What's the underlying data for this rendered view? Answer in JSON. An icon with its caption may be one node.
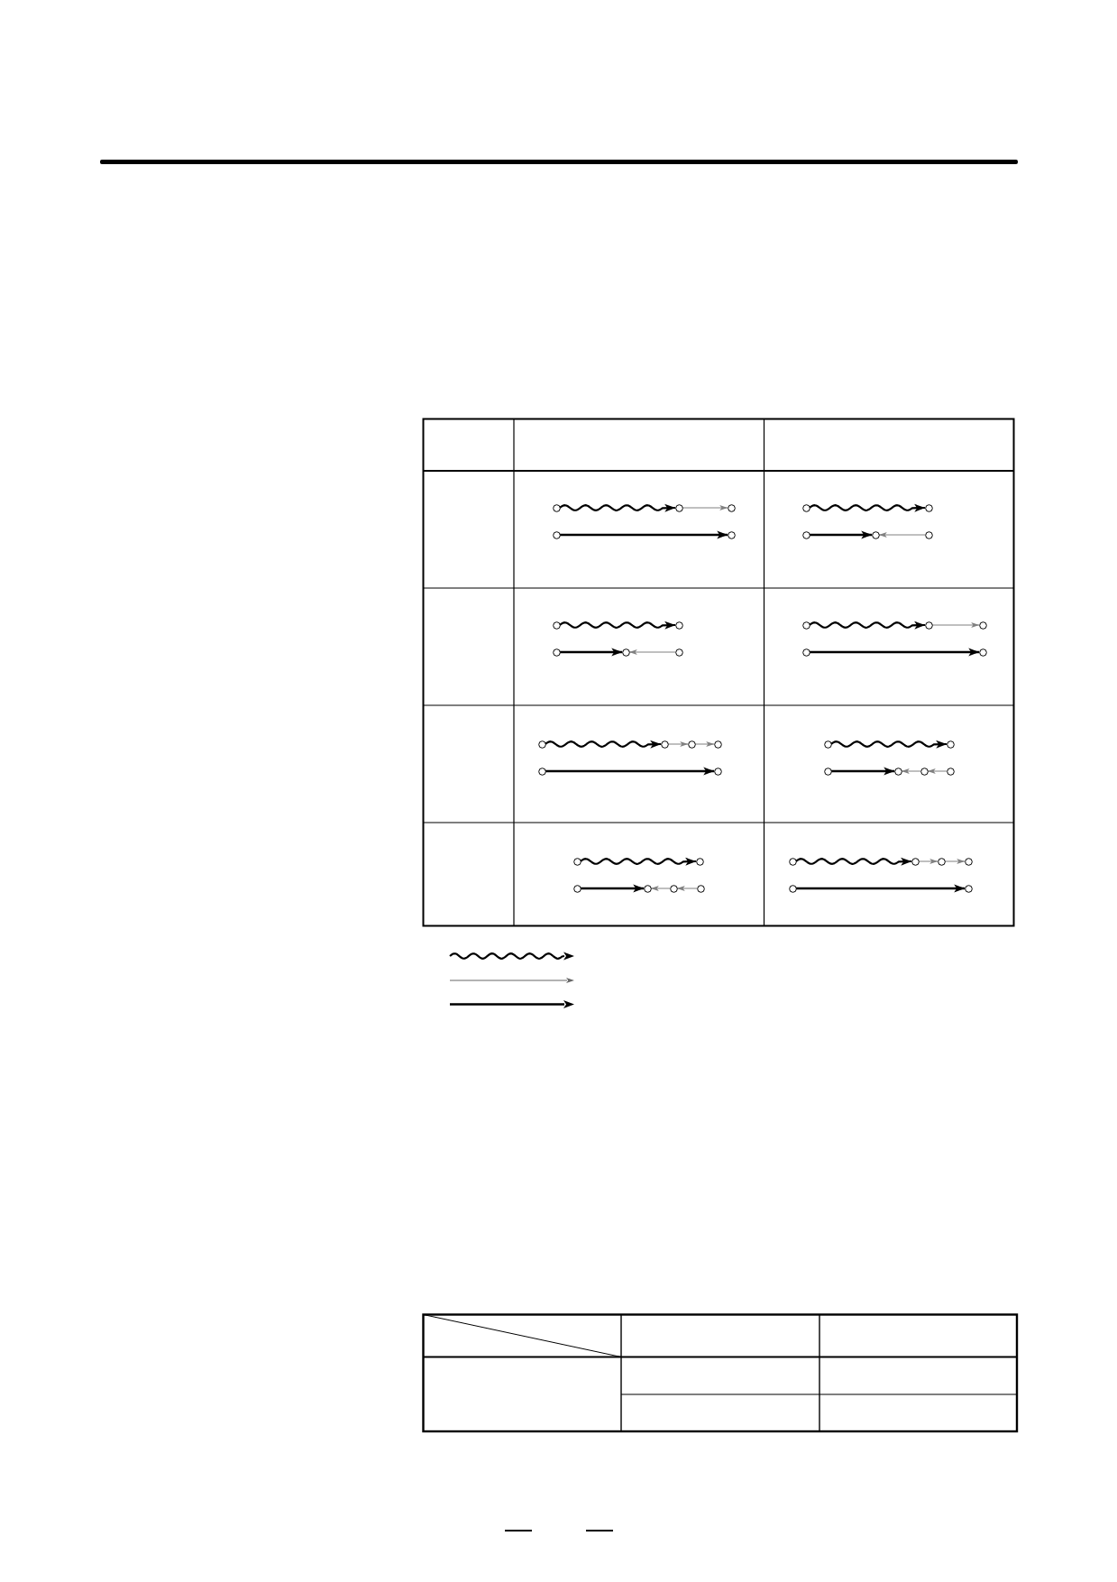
{
  "diagram": {
    "nodes": [
      {
        "text": [],
        "shape": "circle"
      },
      {
        "text": [],
        "shape": "circle"
      },
      {
        "text": [],
        "shape": "circle"
      },
      {
        "text": [],
        "shape": "circle"
      },
      {
        "text": [],
        "shape": "circle"
      },
      {
        "text": [],
        "shape": "circle"
      },
      {
        "text": [],
        "shape": "circle"
      },
      {
        "text": [],
        "shape": "circle"
      },
      {
        "text": [],
        "shape": "circle"
      },
      {
        "text": [],
        "shape": "circle"
      },
      {
        "text": [],
        "shape": "circle"
      },
      {
        "text": [],
        "shape": "circle"
      },
      {
        "text": [],
        "shape": "circle"
      },
      {
        "text": [],
        "shape": "circle"
      },
      {
        "text": [],
        "shape": "circle"
      },
      {
        "text": [],
        "shape": "circle"
      },
      {
        "text": [],
        "shape": "circle"
      },
      {
        "text": [],
        "shape": "circle"
      },
      {
        "text": [],
        "shape": "circle"
      },
      {
        "text": [],
        "shape": "circle"
      },
      {
        "text": [],
        "shape": "circle"
      },
      {
        "text": [],
        "shape": "circle"
      },
      {
        "text": [],
        "shape": "circle"
      },
      {
        "text": [],
        "shape": "circle"
      },
      {
        "text": [],
        "shape": "circle"
      },
      {
        "text": [],
        "shape": "circle"
      },
      {
        "text": [],
        "shape": "circle"
      },
      {
        "text": [],
        "shape": "circle"
      },
      {
        "text": [],
        "shape": "circle"
      },
      {
        "text": [],
        "shape": "circle"
      },
      {
        "text": [],
        "shape": "circle"
      },
      {
        "text": [],
        "shape": "circle"
      },
      {
        "text": [],
        "shape": "circle"
      },
      {
        "text": [],
        "shape": "circle"
      },
      {
        "text": [],
        "shape": "circle"
      },
      {
        "text": [],
        "shape": "circle"
      },
      {
        "text": [],
        "shape": "circle"
      },
      {
        "text": [],
        "shape": "circle"
      },
      {
        "text": [],
        "shape": "circle"
      },
      {
        "text": [],
        "shape": "circle"
      },
      {
        "text": [],
        "shape": "circle"
      },
      {
        "text": [],
        "shape": "circle"
      },
      {
        "text": [],
        "shape": "circle"
      },
      {
        "text": [],
        "shape": "circle"
      }
    ],
    "edges": [
      {
        "from": 0,
        "to": 1,
        "arrow": "to"
      },
      {
        "from": 1,
        "to": 2,
        "arrow": "to",
        "color": "#808080"
      },
      {
        "from": 3,
        "to": 4,
        "arrow": "to"
      },
      {
        "from": 5,
        "to": 6,
        "arrow": "to"
      },
      {
        "from": 7,
        "to": 8,
        "arrow": "to"
      },
      {
        "from": 9,
        "to": 8,
        "arrow": "to",
        "color": "#808080"
      },
      {
        "from": 10,
        "to": 11,
        "arrow": "to"
      },
      {
        "from": 12,
        "to": 13,
        "arrow": "to"
      },
      {
        "from": 14,
        "to": 13,
        "arrow": "to",
        "color": "#808080"
      },
      {
        "from": 15,
        "to": 16,
        "arrow": "to"
      },
      {
        "from": 16,
        "to": 17,
        "arrow": "to",
        "color": "#808080"
      },
      {
        "from": 18,
        "to": 19,
        "arrow": "to"
      },
      {
        "from": 20,
        "to": 21,
        "arrow": "to"
      },
      {
        "from": 21,
        "to": 22,
        "arrow": "to",
        "color": "#808080"
      },
      {
        "from": 22,
        "to": 23,
        "arrow": "to",
        "color": "#808080"
      },
      {
        "from": 24,
        "to": 25,
        "arrow": "to"
      },
      {
        "from": 26,
        "to": 27,
        "arrow": "to"
      },
      {
        "from": 28,
        "to": 29,
        "arrow": "to"
      },
      {
        "from": 30,
        "to": 29,
        "arrow": "to",
        "color": "#808080"
      },
      {
        "from": 31,
        "to": 30,
        "arrow": "to",
        "color": "#808080"
      },
      {
        "from": 32,
        "to": 33,
        "arrow": "to"
      },
      {
        "from": 34,
        "to": 35,
        "arrow": "to"
      },
      {
        "from": 36,
        "to": 35,
        "arrow": "to",
        "color": "#808080"
      },
      {
        "from": 37,
        "to": 36,
        "arrow": "to",
        "color": "#808080"
      },
      {
        "from": 38,
        "to": 39,
        "arrow": "to"
      },
      {
        "from": 39,
        "to": 40,
        "arrow": "to",
        "color": "#808080"
      },
      {
        "from": 40,
        "to": 41,
        "arrow": "to",
        "color": "#808080"
      },
      {
        "from": 42,
        "to": 43,
        "arrow": "to"
      }
    ]
  }
}
